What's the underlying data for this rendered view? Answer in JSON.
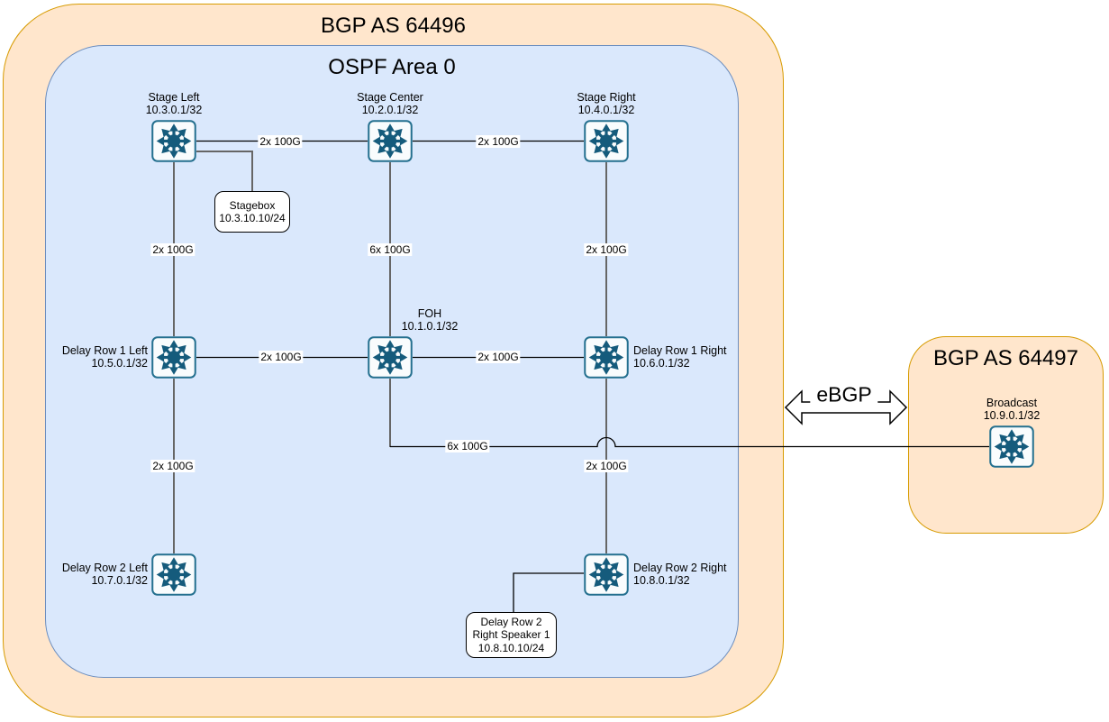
{
  "titles": {
    "as64496": "BGP AS 64496",
    "ospf": "OSPF Area 0",
    "as64497": "BGP AS 64497",
    "ebgp": "eBGP"
  },
  "nodes": [
    {
      "id": "stage-left",
      "name": "Stage Left",
      "ip": "10.3.0.1/32"
    },
    {
      "id": "stage-center",
      "name": "Stage Center",
      "ip": "10.2.0.1/32"
    },
    {
      "id": "stage-right",
      "name": "Stage Right",
      "ip": "10.4.0.1/32"
    },
    {
      "id": "delay-row-1-left",
      "name": "Delay Row 1 Left",
      "ip": "10.5.0.1/32"
    },
    {
      "id": "foh",
      "name": "FOH",
      "ip": "10.1.0.1/32"
    },
    {
      "id": "delay-row-1-right",
      "name": "Delay Row 1 Right",
      "ip": "10.6.0.1/32"
    },
    {
      "id": "delay-row-2-left",
      "name": "Delay Row 2 Left",
      "ip": "10.7.0.1/32"
    },
    {
      "id": "delay-row-2-right",
      "name": "Delay Row 2 Right",
      "ip": "10.8.0.1/32"
    },
    {
      "id": "broadcast",
      "name": "Broadcast",
      "ip": "10.9.0.1/32"
    }
  ],
  "hosts": [
    {
      "id": "stagebox",
      "lines": [
        "Stagebox",
        "10.3.10.10/24"
      ]
    },
    {
      "id": "delay-row-2-speaker-1",
      "lines": [
        "Delay Row 2",
        "Right Speaker 1",
        "10.8.10.10/24"
      ]
    }
  ],
  "links": [
    {
      "from": "stage-left",
      "to": "stage-center",
      "label": "2x 100G"
    },
    {
      "from": "stage-center",
      "to": "stage-right",
      "label": "2x 100G"
    },
    {
      "from": "stage-left",
      "to": "delay-row-1-left",
      "label": "2x 100G"
    },
    {
      "from": "stage-center",
      "to": "foh",
      "label": "6x 100G"
    },
    {
      "from": "stage-right",
      "to": "delay-row-1-right",
      "label": "2x 100G"
    },
    {
      "from": "delay-row-1-left",
      "to": "foh",
      "label": "2x 100G"
    },
    {
      "from": "foh",
      "to": "delay-row-1-right",
      "label": "2x 100G"
    },
    {
      "from": "delay-row-1-left",
      "to": "delay-row-2-left",
      "label": "2x 100G"
    },
    {
      "from": "delay-row-1-right",
      "to": "delay-row-2-right",
      "label": "2x 100G"
    },
    {
      "from": "foh",
      "to": "broadcast",
      "label": "6x 100G"
    }
  ],
  "host_links": [
    {
      "from": "stage-left",
      "to": "stagebox"
    },
    {
      "from": "delay-row-2-right",
      "to": "delay-row-2-speaker-1"
    }
  ],
  "colors": {
    "as_fill": "#ffe6cc",
    "as_stroke": "#d79b00",
    "area_fill": "#dae8fc",
    "area_stroke": "#6c8ebf",
    "router_glyph": "#155b7c",
    "router_border": "#24708f",
    "trunk_line": "#666666",
    "link_line": "#000000"
  }
}
